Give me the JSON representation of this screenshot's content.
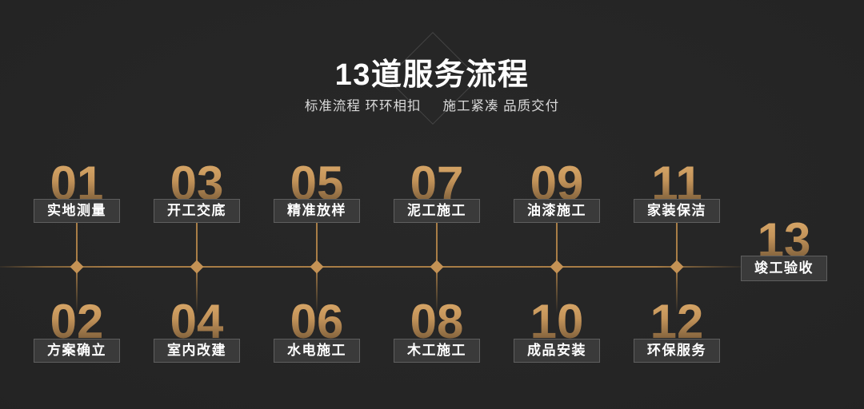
{
  "header": {
    "title": "13道服务流程",
    "subtitle_left": "标准流程 环环相扣",
    "subtitle_right": "施工紧凑 品质交付"
  },
  "columns": [
    {
      "top": {
        "num": "01",
        "label": "实地测量"
      },
      "bottom": {
        "num": "02",
        "label": "方案确立"
      }
    },
    {
      "top": {
        "num": "03",
        "label": "开工交底"
      },
      "bottom": {
        "num": "04",
        "label": "室内改建"
      }
    },
    {
      "top": {
        "num": "05",
        "label": "精准放样"
      },
      "bottom": {
        "num": "06",
        "label": "水电施工"
      }
    },
    {
      "top": {
        "num": "07",
        "label": "泥工施工"
      },
      "bottom": {
        "num": "08",
        "label": "木工施工"
      }
    },
    {
      "top": {
        "num": "09",
        "label": "油漆施工"
      },
      "bottom": {
        "num": "10",
        "label": "成品安装"
      }
    },
    {
      "top": {
        "num": "11",
        "label": "家装保洁"
      },
      "bottom": {
        "num": "12",
        "label": "环保服务"
      }
    }
  ],
  "final_step": {
    "num": "13",
    "label": "竣工验收"
  },
  "colors": {
    "background": "#242424",
    "timeline_gold": "#a87d46",
    "node_gold": "#c49255",
    "number_gradient_top": "#dcab6b",
    "number_gradient_bottom": "#6d5233",
    "box_background": "#3a3a3a",
    "box_border": "#5f5f5f",
    "title_color": "#ffffff",
    "subtitle_color": "#dadada"
  }
}
